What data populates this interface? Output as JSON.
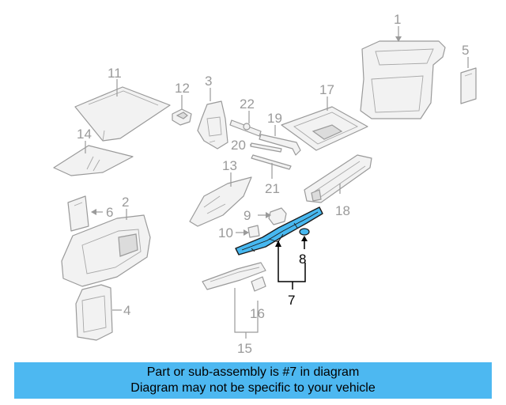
{
  "diagram": {
    "callouts": [
      "1",
      "2",
      "3",
      "4",
      "5",
      "6",
      "7",
      "8",
      "9",
      "10",
      "11",
      "12",
      "13",
      "14",
      "15",
      "16",
      "17",
      "18",
      "19",
      "20",
      "21",
      "22"
    ],
    "highlighted_part": "7",
    "colors": {
      "highlight": "#47b8f0",
      "banner": "#4db8f1",
      "line_art": "#9a9a9a"
    }
  },
  "banner": {
    "line1": "Part or sub-assembly is #7 in diagram",
    "line2": "Diagram may not be specific to your vehicle"
  }
}
